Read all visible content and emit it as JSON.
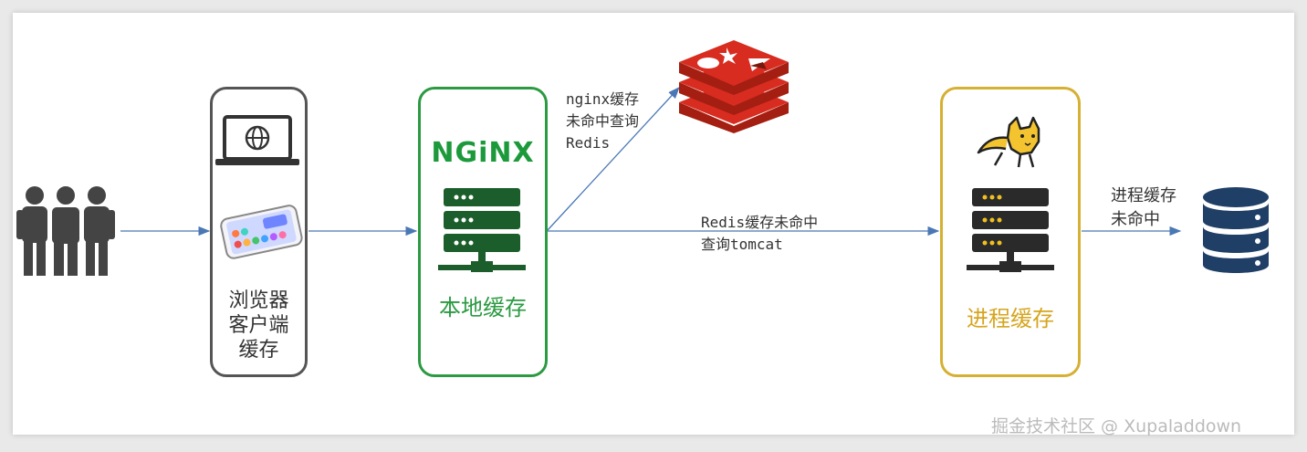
{
  "browser_cache": {
    "label": "浏览器\n客户端\n缓存"
  },
  "nginx": {
    "logo_text": "NGiNX",
    "label": "本地缓存"
  },
  "process_cache": {
    "label": "进程缓存"
  },
  "edges": {
    "nginx_to_redis": "nginx缓存\n未命中查询\nRedis",
    "nginx_to_tomcat": "Redis缓存未命中\n查询tomcat",
    "tomcat_to_db": "进程缓存\n未命中"
  },
  "watermark": "掘金技术社区 @ Xupaladdown",
  "icons": {
    "users": "users-icon",
    "laptop": "laptop-globe-icon",
    "phone": "smartphone-icon",
    "nginx_server": "server-icon",
    "redis": "redis-logo-icon",
    "tomcat": "tomcat-logo-icon",
    "tomcat_server": "server-icon",
    "database": "database-icon"
  },
  "colors": {
    "browser_border": "#555555",
    "nginx_green": "#2b9a42",
    "process_gold": "#d6b032",
    "redis_red": "#d82c20",
    "db_blue": "#1f3f66",
    "arrow_blue": "#4a78b5"
  }
}
